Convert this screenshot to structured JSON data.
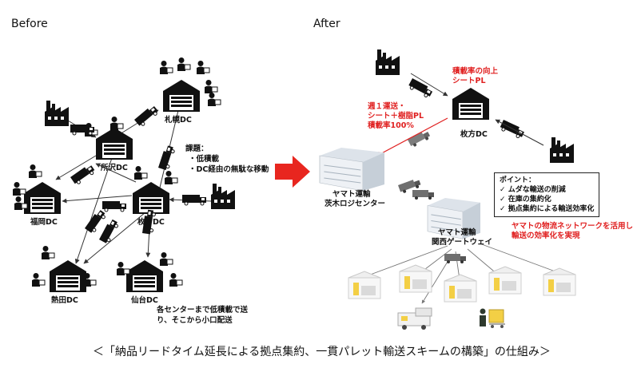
{
  "before": {
    "heading": "Before",
    "dcs": {
      "sapporo": "札幌DC",
      "tokorozawa": "所沢DC",
      "fukuoka": "福岡DC",
      "hirakata": "枚方DC",
      "atsuta": "熱田DC",
      "sendai": "仙台DC"
    },
    "issues": {
      "title": "課題：",
      "items": [
        "低積載",
        "DC経由の無駄な移動"
      ]
    },
    "note_lines": [
      "各センターまで低積載で送",
      "り、そこから小口配送"
    ]
  },
  "after": {
    "heading": "After",
    "hirakata_label": "枚方DC",
    "load_rate_lines": [
      "積載率の向上",
      "シートPL"
    ],
    "weekly_lines": [
      "週１運送・",
      "シート＋樹脂PL",
      "積載率100%"
    ],
    "ibaraki_lines": [
      "ヤマト運輸",
      "茨木ロジセンター"
    ],
    "kansai_lines": [
      "ヤマト運輸",
      "関西ゲートウェイ"
    ],
    "points": {
      "title": "ポイント：",
      "items": [
        "ムダな輸送の削減",
        "在庫の集約化",
        "拠点集約による輸送効率化"
      ],
      "check": "✓"
    },
    "network_lines": [
      "ヤマトの物流ネットワークを活用し",
      "輸送の効率化を実現"
    ]
  },
  "caption": "＜「納品リードタイム延長による拠点集約、一貫パレット輸送スキームの構築」の仕組み＞",
  "colors": {
    "accent_red": "#e02020",
    "arrow_red": "#e8261f",
    "black": "#111111",
    "warehouse_yellow": "#f3cf45"
  }
}
